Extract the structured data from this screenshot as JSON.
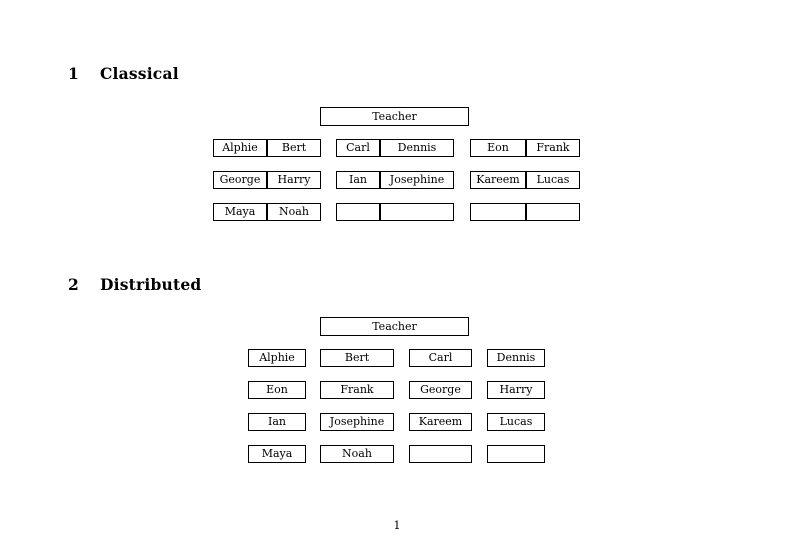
{
  "document": {
    "page_number": "1"
  },
  "sections": [
    {
      "number": "1",
      "title": "Classical",
      "teacher_label": "Teacher",
      "groups": [
        {
          "name": "group-a",
          "rows": [
            [
              "Alphie",
              "Bert"
            ],
            [
              "George",
              "Harry"
            ],
            [
              "Maya",
              "Noah"
            ]
          ]
        },
        {
          "name": "group-b",
          "rows": [
            [
              "Carl",
              "Dennis"
            ],
            [
              "Ian",
              "Josephine"
            ],
            [
              "",
              ""
            ]
          ]
        },
        {
          "name": "group-c",
          "rows": [
            [
              "Eon",
              "Frank"
            ],
            [
              "Kareem",
              "Lucas"
            ],
            [
              "",
              ""
            ]
          ]
        }
      ]
    },
    {
      "number": "2",
      "title": "Distributed",
      "teacher_label": "Teacher",
      "rows": [
        [
          "Alphie",
          "Bert",
          "Carl",
          "Dennis"
        ],
        [
          "Eon",
          "Frank",
          "George",
          "Harry"
        ],
        [
          "Ian",
          "Josephine",
          "Kareem",
          "Lucas"
        ],
        [
          "Maya",
          "Noah",
          "",
          ""
        ]
      ]
    }
  ]
}
